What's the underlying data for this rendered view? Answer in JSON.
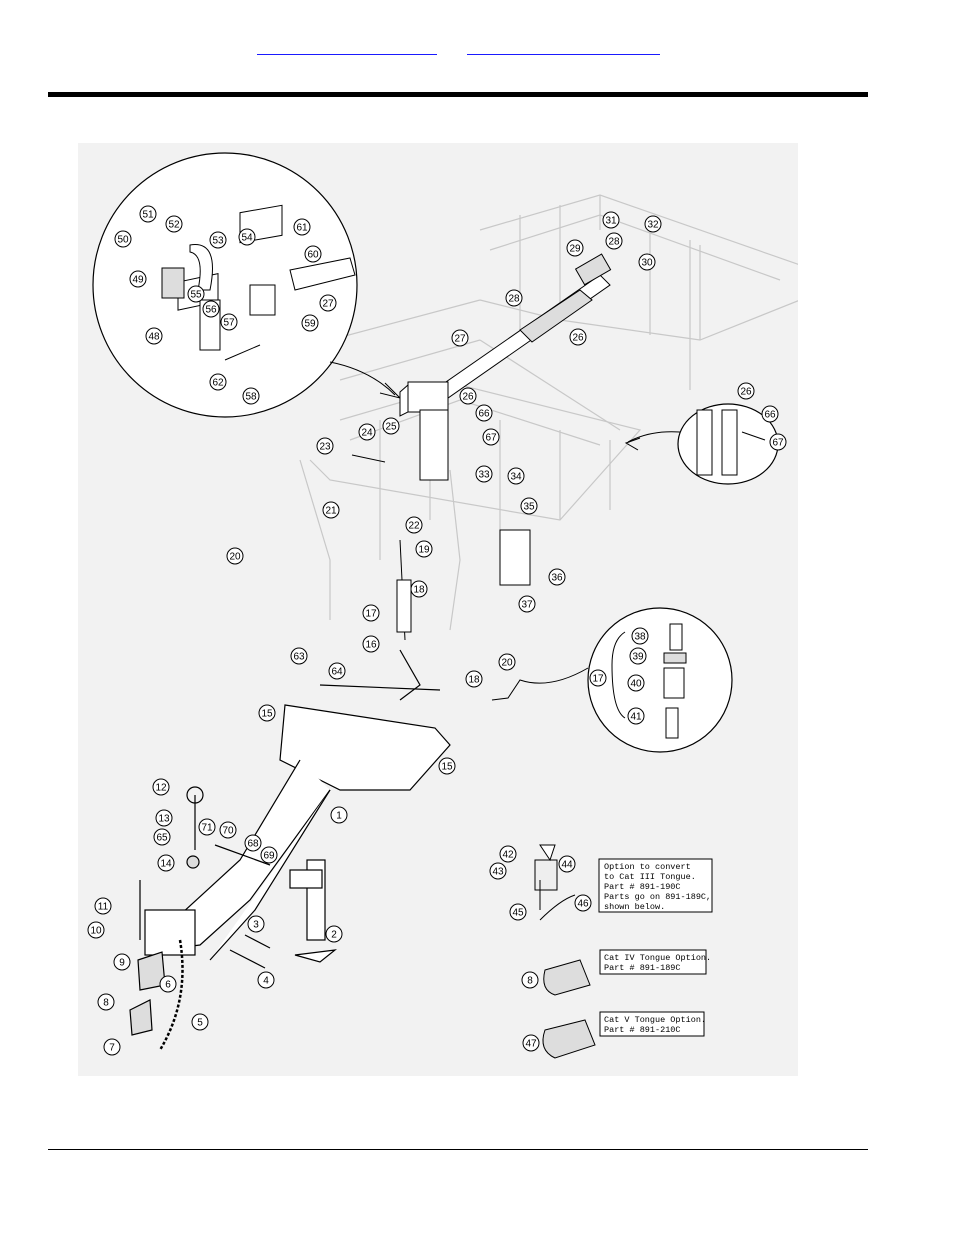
{
  "nav": {
    "link1": "",
    "link2": ""
  },
  "notes": {
    "cat3": [
      "Option to convert",
      "to Cat III Tongue.",
      "Part # 891-190C",
      "Parts go on 891-189C,",
      "shown below."
    ],
    "cat4": [
      "Cat IV Tongue Option.",
      "Part # 891-189C"
    ],
    "cat5": [
      "Cat V Tongue Option.",
      "Part # 891-210C"
    ]
  },
  "callouts": [
    {
      "id": "51"
    },
    {
      "id": "52"
    },
    {
      "id": "53"
    },
    {
      "id": "54"
    },
    {
      "id": "61"
    },
    {
      "id": "50"
    },
    {
      "id": "60"
    },
    {
      "id": "49"
    },
    {
      "id": "55"
    },
    {
      "id": "56"
    },
    {
      "id": "27"
    },
    {
      "id": "57"
    },
    {
      "id": "59"
    },
    {
      "id": "48"
    },
    {
      "id": "62"
    },
    {
      "id": "58"
    },
    {
      "id": "31"
    },
    {
      "id": "32"
    },
    {
      "id": "29"
    },
    {
      "id": "28"
    },
    {
      "id": "30"
    },
    {
      "id": "28"
    },
    {
      "id": "27"
    },
    {
      "id": "26"
    },
    {
      "id": "26"
    },
    {
      "id": "66"
    },
    {
      "id": "67"
    },
    {
      "id": "25"
    },
    {
      "id": "26"
    },
    {
      "id": "66"
    },
    {
      "id": "67"
    },
    {
      "id": "23"
    },
    {
      "id": "24"
    },
    {
      "id": "33"
    },
    {
      "id": "34"
    },
    {
      "id": "21"
    },
    {
      "id": "35"
    },
    {
      "id": "22"
    },
    {
      "id": "19"
    },
    {
      "id": "36"
    },
    {
      "id": "20"
    },
    {
      "id": "18"
    },
    {
      "id": "37"
    },
    {
      "id": "17"
    },
    {
      "id": "38"
    },
    {
      "id": "39"
    },
    {
      "id": "17"
    },
    {
      "id": "40"
    },
    {
      "id": "41"
    },
    {
      "id": "20"
    },
    {
      "id": "63"
    },
    {
      "id": "16"
    },
    {
      "id": "64"
    },
    {
      "id": "18"
    },
    {
      "id": "15"
    },
    {
      "id": "15"
    },
    {
      "id": "1"
    },
    {
      "id": "12"
    },
    {
      "id": "13"
    },
    {
      "id": "71"
    },
    {
      "id": "70"
    },
    {
      "id": "65"
    },
    {
      "id": "68"
    },
    {
      "id": "14"
    },
    {
      "id": "69"
    },
    {
      "id": "42"
    },
    {
      "id": "43"
    },
    {
      "id": "44"
    },
    {
      "id": "45"
    },
    {
      "id": "46"
    },
    {
      "id": "11"
    },
    {
      "id": "3"
    },
    {
      "id": "10"
    },
    {
      "id": "2"
    },
    {
      "id": "9"
    },
    {
      "id": "6"
    },
    {
      "id": "4"
    },
    {
      "id": "8"
    },
    {
      "id": "5"
    },
    {
      "id": "7"
    },
    {
      "id": "8"
    },
    {
      "id": "47"
    }
  ]
}
